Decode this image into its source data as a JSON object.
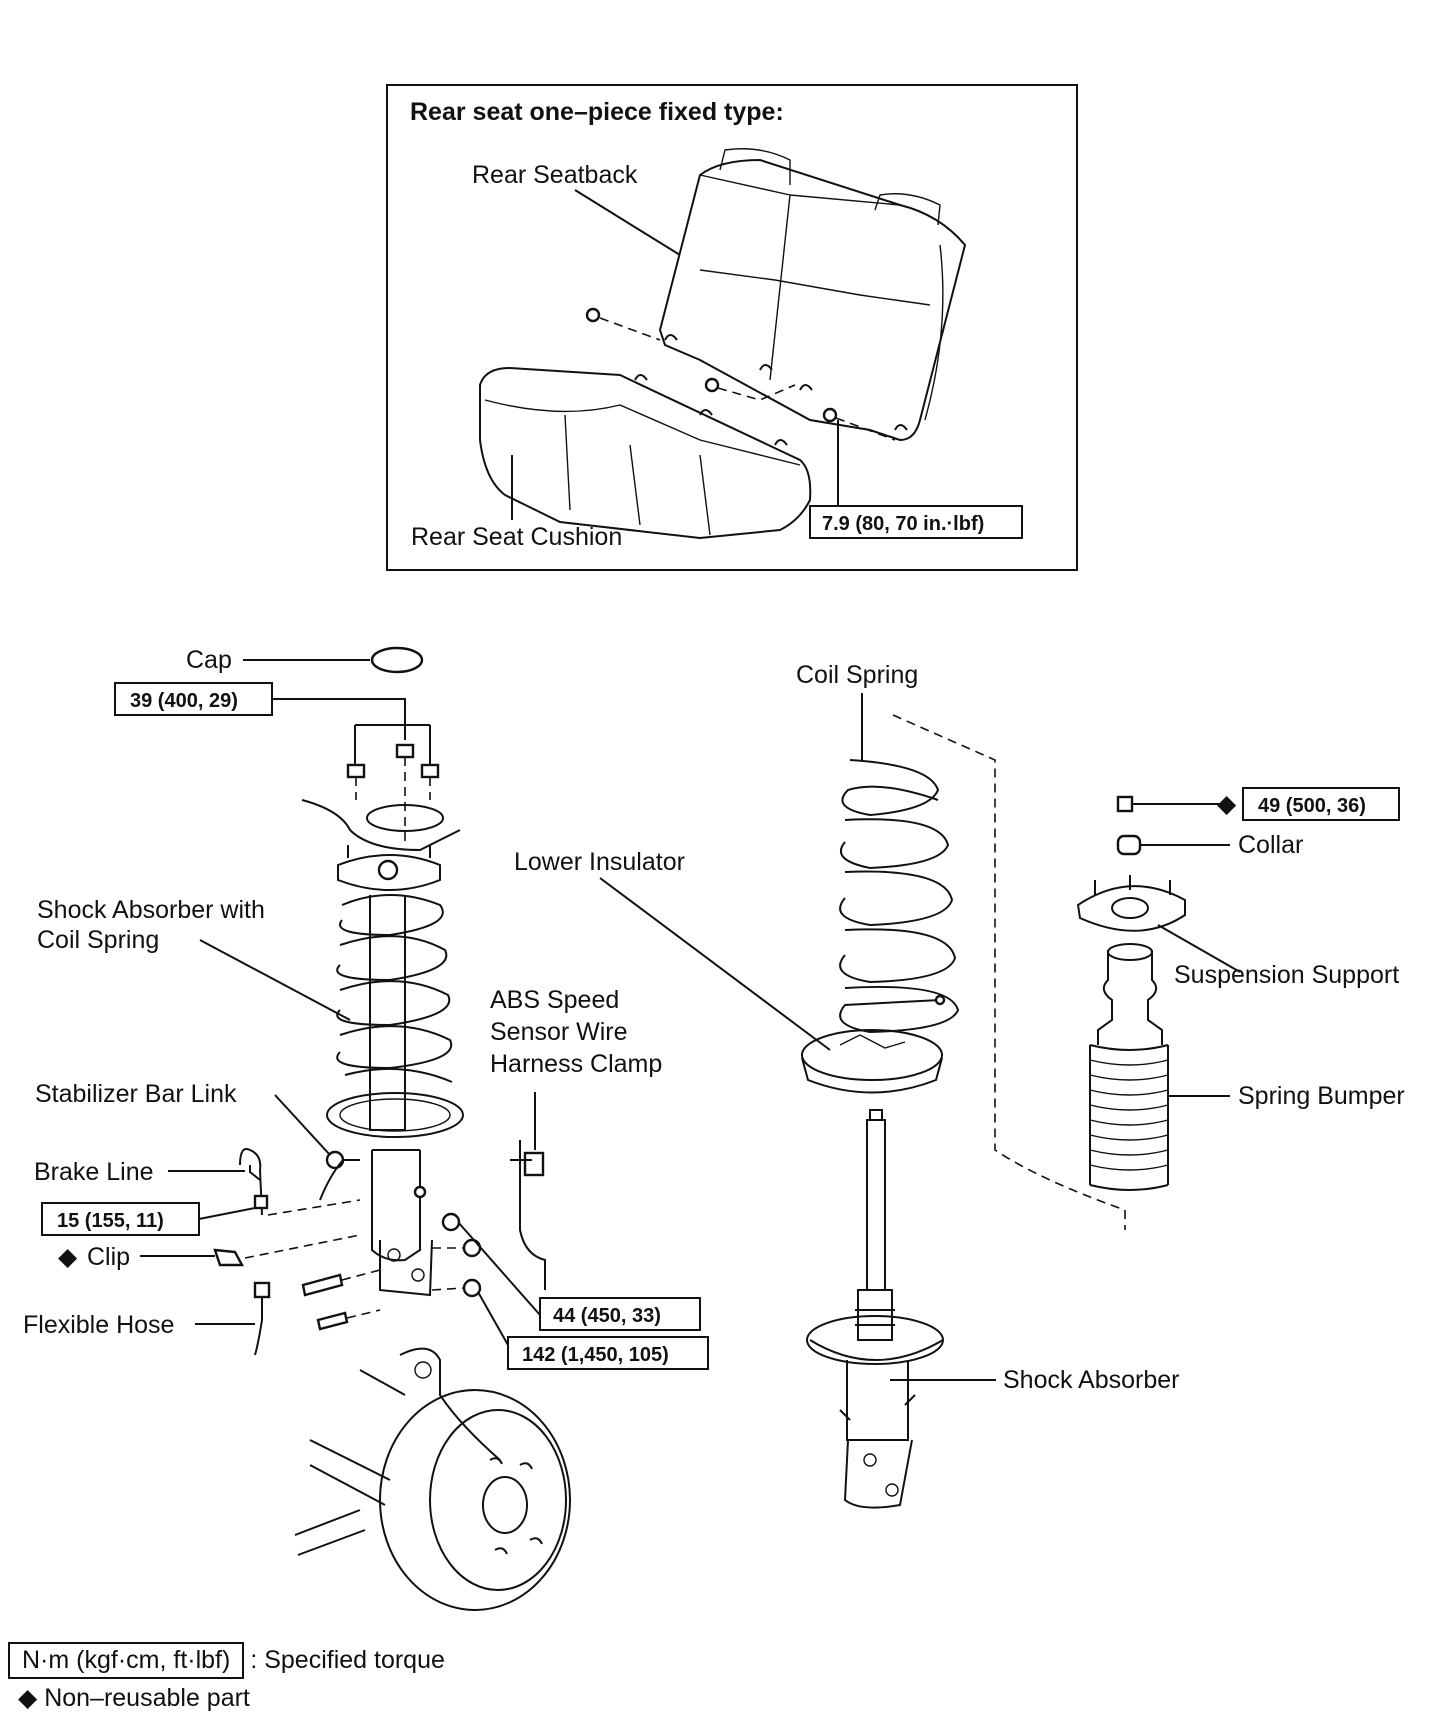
{
  "inset": {
    "title": "Rear seat one–piece fixed type:",
    "rear_seatback": "Rear Seatback",
    "rear_seat_cushion": "Rear Seat Cushion",
    "seat_bolt_torque": "7.9 (80, 70 in.·lbf)"
  },
  "labels": {
    "cap": "Cap",
    "shock_absorber_with_coil_spring_1": "Shock Absorber with",
    "shock_absorber_with_coil_spring_2": "Coil Spring",
    "stabilizer_bar_link": "Stabilizer Bar Link",
    "brake_line": "Brake Line",
    "clip": "Clip",
    "flexible_hose": "Flexible Hose",
    "abs_1": "ABS Speed",
    "abs_2": "Sensor Wire",
    "abs_3": "Harness Clamp",
    "lower_insulator": "Lower Insulator",
    "coil_spring": "Coil Spring",
    "collar": "Collar",
    "suspension_support": "Suspension Support",
    "spring_bumper": "Spring Bumper",
    "shock_absorber": "Shock Absorber"
  },
  "torques": {
    "upper_nut": "39 (400, 29)",
    "brake_line": "15 (155, 11)",
    "knuckle_upper": "44 (450, 33)",
    "knuckle_lower": "142 (1,450, 105)",
    "support_nut": "49 (500, 36)"
  },
  "symbols": {
    "non_reusable": "◆"
  },
  "legend": {
    "unit_box": "N·m (kgf·cm, ft·lbf)",
    "unit_text": ": Specified torque",
    "non_reusable_text": "Non–reusable part"
  }
}
